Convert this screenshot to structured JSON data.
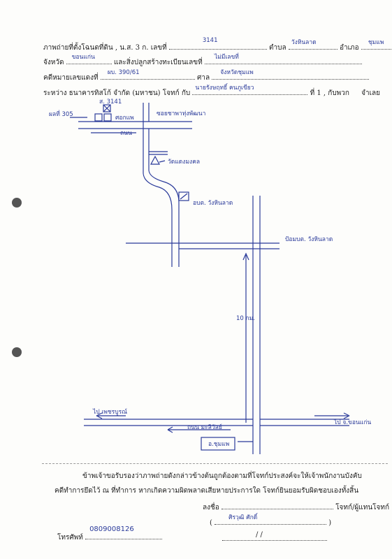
{
  "header": {
    "line1_label": "ภาพถ่ายที่ตั้งโฉนดที่ดิน , น.ส. 3 ก. เลขที่",
    "line1_value": "3141",
    "line1_tambon_label": "ตำบล",
    "line1_tambon_value": "วังหินลาด",
    "line1_amphoe_label": "อำเภอ",
    "line1_amphoe_value": "ชุมแพ",
    "line2_label": "จังหวัด",
    "line2_value": "ขอนแก่น",
    "line2_building_label": "และสิ่งปลูกสร้างทะเบียนเลขที่",
    "line2_building_value": "ไม่มีเลขที่",
    "line3_label": "คดีหมายเลขแดงที่",
    "line3_value": "ผบ. 390/61",
    "line3_court_label": "ศาล",
    "line3_court_value": "จังหวัดชุมแพ",
    "line4_label": "ระหว่าง ธนาคารทิสโก้ จำกัด (มหาชน) โจทก์ กับ",
    "line4_value": "นายรังษฤทธิ์ คนภูเขียว",
    "line4_suffix": "ที่ 1 , กับพวก",
    "line4_tail": "จำเลย"
  },
  "map": {
    "plot_no": "ส. 3141",
    "label_left_road": "ผลที่ 305",
    "label_road1": "ศอกแพ",
    "label_road2": "ถนน",
    "label_soi": "ซอยชาพาทุ่งพัฒนา",
    "label_temple": "วัดแดงมงคล",
    "label_school": "อบต. วังหินลาด",
    "label_junction": "ป้อมบต. วังหินลาด",
    "label_distance": "10 กม.",
    "label_west": "ไป เพชรบูรณ์",
    "label_east": "ไป จ.ขอนแก่น",
    "label_highway": "ถนน มะลิวัลย์",
    "label_district": "อ.ชุมแพ"
  },
  "footer": {
    "cert_line1": "ข้าพเจ้าขอรับรองว่าภาพถ่ายดังกล่าวข้างต้นถูกต้องตามที่โจทก์ประสงค์จะให้เจ้าพนักงานบังคับ",
    "cert_line2": "คดีทำการยึดไว้ ณ ที่ทำการ หากเกิดความผิดพลาดเสียหายประการใด โจทก์ยินยอมรับผิดชอบเองทั้งสิ้น",
    "sign_label": "ลงชื่อ",
    "sign_role": "โจทก์/ผู้แทนโจทก์",
    "sign_name": "ศิรวุฒิ ศักดิ์",
    "phone_label": "โทรศัพท์",
    "phone_value": "0809008126",
    "date_value": "/ /"
  },
  "colors": {
    "ink": "#2a3a9a",
    "print": "#222222"
  }
}
